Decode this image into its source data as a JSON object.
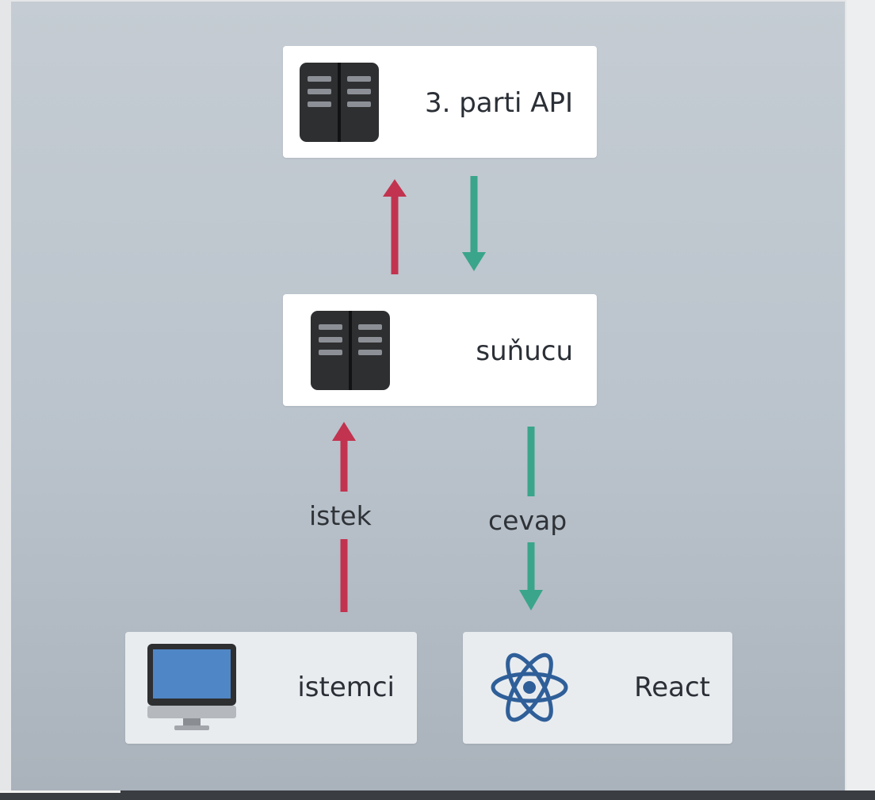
{
  "nodes": {
    "api": {
      "label": "3. parti API",
      "icon": "server-icon"
    },
    "server": {
      "label": "suňucu",
      "icon": "server-icon"
    },
    "client": {
      "label": "istemci",
      "icon": "monitor-icon"
    },
    "react": {
      "label": "React",
      "icon": "react-atom-icon"
    }
  },
  "edges": {
    "request_label": "istek",
    "response_label": "cevap"
  },
  "colors": {
    "request": "#c2334f",
    "response": "#3aa58a",
    "server_icon": "#2e2f31",
    "monitor_screen": "#4f86c6",
    "react_atom": "#2f5f99"
  }
}
